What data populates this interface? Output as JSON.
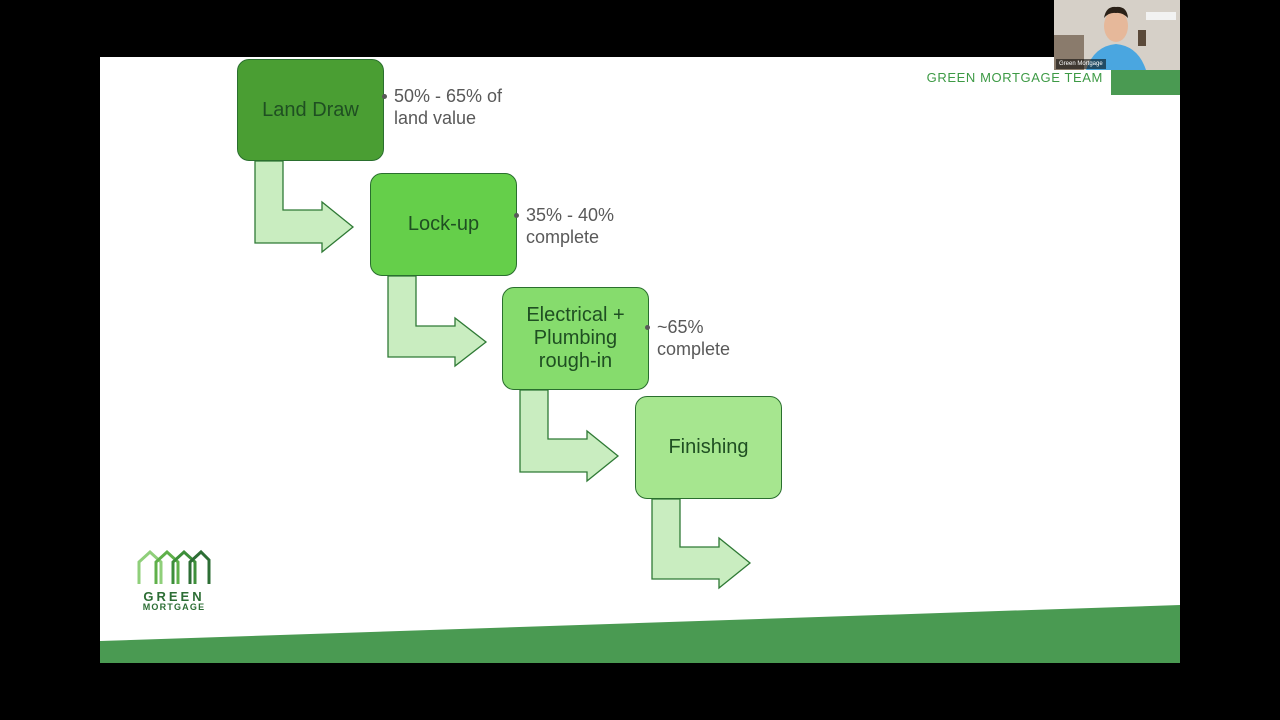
{
  "header": {
    "team_label": "GREEN MORTGAGE TEAM"
  },
  "steps": [
    {
      "label": "Land Draw",
      "note_line1": "50% - 65% of",
      "note_line2": "land value",
      "fill": "#4a9e33"
    },
    {
      "label": "Lock-up",
      "note_line1": "35% - 40%",
      "note_line2": "complete",
      "fill": "#65cf4a"
    },
    {
      "label_line1": "Electrical +",
      "label_line2": "Plumbing",
      "label_line3": "rough-in",
      "note_line1": "~65%",
      "note_line2": "complete",
      "fill": "#86dc6d"
    },
    {
      "label": "Finishing",
      "fill": "#a6e68f"
    }
  ],
  "arrow_fill": "#c9edc0",
  "logo": {
    "line1": "GREEN",
    "line2": "MORTGAGE",
    "color": "#2d6e35"
  },
  "camera": {
    "participant_name": "Green Mortgage"
  },
  "colors": {
    "accent_green": "#4a9a52",
    "text_dark_green": "#1f4f22"
  }
}
